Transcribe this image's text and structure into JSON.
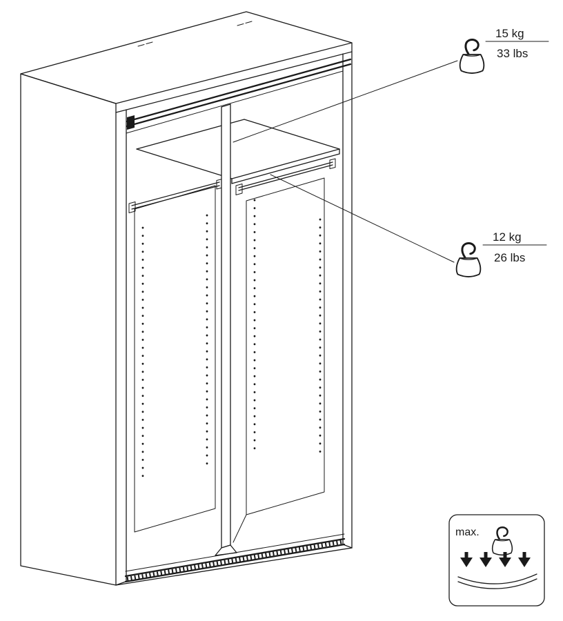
{
  "colors": {
    "line": "#1a1a1a",
    "background": "#ffffff"
  },
  "callouts": [
    {
      "kg": "15 kg",
      "lbs": "33 lbs"
    },
    {
      "kg": "12 kg",
      "lbs": "26 lbs"
    }
  ],
  "max_box": {
    "label": "max."
  },
  "icons": {
    "weight_icon": "weight-with-hook",
    "arrows_icon": "four-down-arrows"
  }
}
